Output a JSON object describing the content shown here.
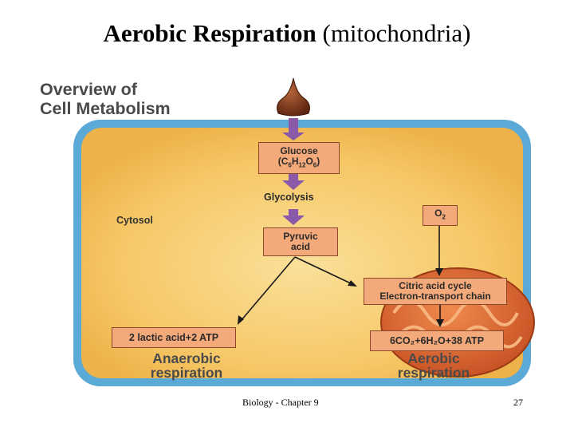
{
  "slide": {
    "title_bold": "Aerobic Respiration",
    "title_rest": " (mitochondria)"
  },
  "figure": {
    "title_line1": "Overview of",
    "title_line2": "Cell Metabolism",
    "cytosol": "Cytosol",
    "glucose": {
      "line1": "Glucose",
      "formula_pre": "(C",
      "s1": "6",
      "h": "H",
      "s2": "12",
      "o": "O",
      "s3": "6",
      "formula_post": ")"
    },
    "glycolysis": "Glycolysis",
    "pyruvic": {
      "line1": "Pyruvic",
      "line2": "acid"
    },
    "o2": {
      "o": "O",
      "sub": "2"
    },
    "citric": {
      "line1": "Citric acid cycle",
      "line2": "Electron-transport chain"
    },
    "lactic": "2 lactic acid+2 ATP",
    "aerobic_products": "6CO₂+6H₂O+38 ATP",
    "anaerobic": {
      "line1": "Anaerobic",
      "line2": "respiration"
    },
    "aerobic": {
      "line1": "Aerobic",
      "line2": "respiration"
    },
    "colors": {
      "cell_wall": "#5ba9d6",
      "cytosol": "#f6c766",
      "box_fill": "#f3a97a",
      "arrow": "#8a5aa8",
      "mitochondrion": "#d9602f"
    }
  },
  "footer": {
    "center": "Biology - Chapter 9",
    "page": "27"
  }
}
